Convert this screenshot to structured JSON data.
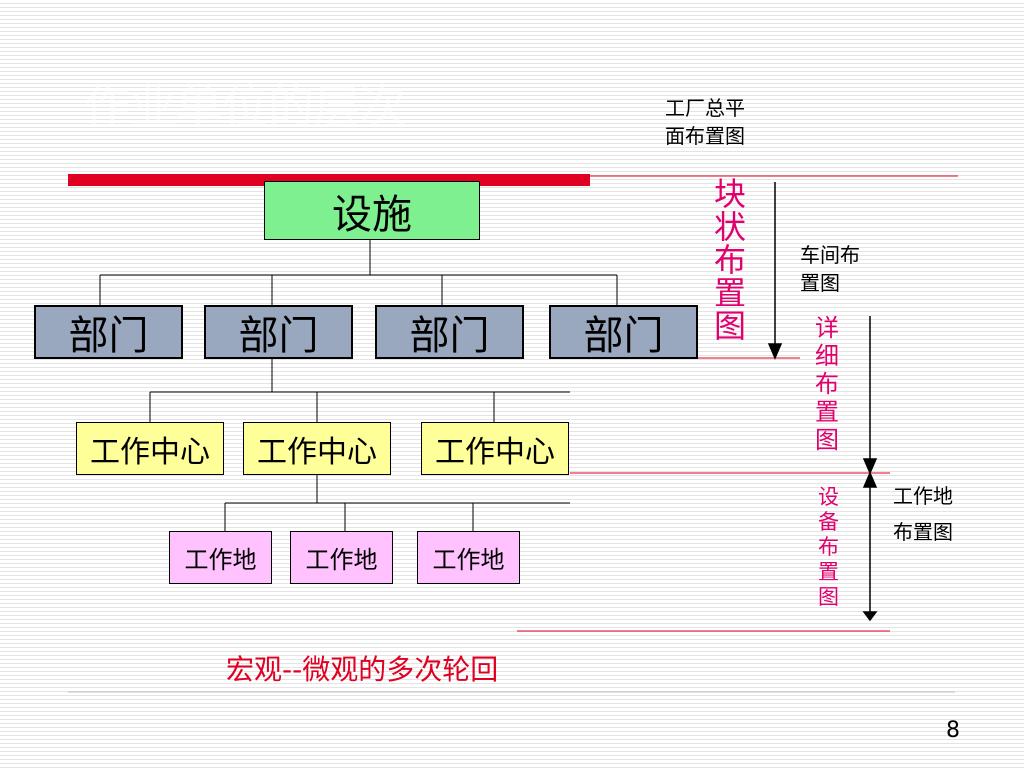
{
  "slide": {
    "title": "作业单位的层次",
    "page_number": "8",
    "caption": "宏观--微观的多次轮回"
  },
  "hierarchy": {
    "facility": "设施",
    "departments": [
      "部门",
      "部门",
      "部门",
      "部门"
    ],
    "work_centers": [
      "工作中心",
      "工作中心",
      "工作中心"
    ],
    "workstations": [
      "工作地",
      "工作地",
      "工作地"
    ]
  },
  "levels": {
    "factory_plan": [
      "工厂总平",
      "面布置图"
    ],
    "block_layout": [
      "块",
      "状",
      "布",
      "置",
      "图"
    ],
    "workshop_layout": [
      "车间布",
      "置图"
    ],
    "detailed_layout": [
      "详",
      "细",
      "布",
      "置",
      "图"
    ],
    "workstation_layout": [
      "工作地",
      "布置图"
    ],
    "equipment_layout": [
      "设",
      "备",
      "布",
      "置",
      "图"
    ]
  },
  "colors": {
    "accent_red": "#e00022",
    "magenta_text": "#e0006e",
    "facility_fill": "#7ff08f",
    "department_fill": "#9aa8bf",
    "work_center_fill": "#ffff99",
    "workstation_fill": "#ffc2ff"
  }
}
